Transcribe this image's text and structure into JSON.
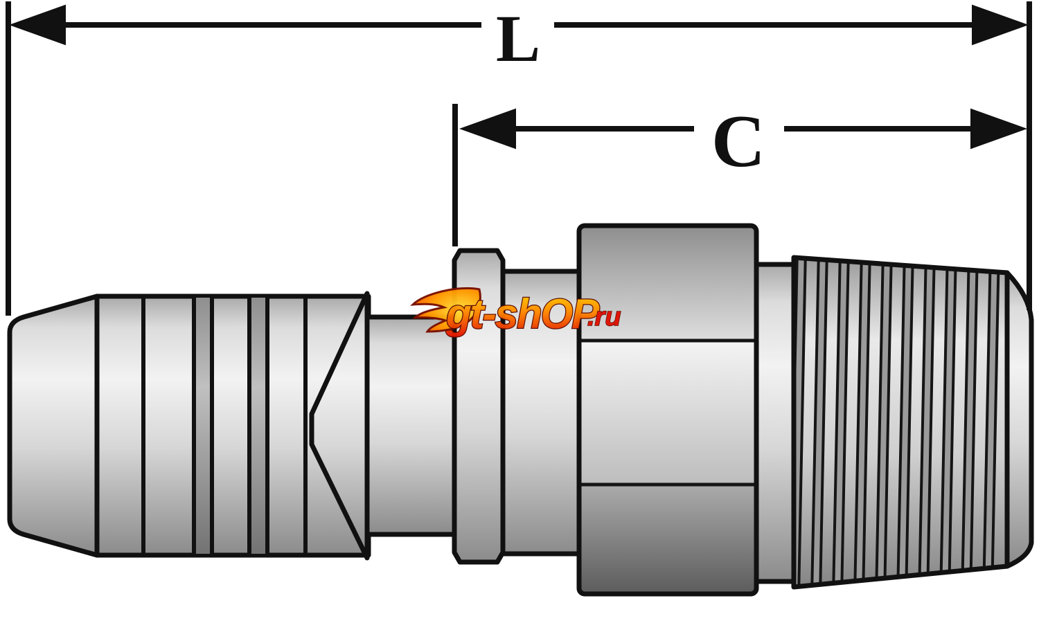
{
  "dimensions": {
    "length_label": "L",
    "cutoff_label": "C"
  },
  "watermark": {
    "text": "gt-shOP",
    "suffix": ".ru"
  },
  "colors": {
    "outline": "#111111",
    "metal_light": "#f1f1f1",
    "metal_mid": "#c9c9c9",
    "metal_dark": "#8d8d8d",
    "watermark_yellow": "#ffd400",
    "watermark_orange": "#ff8a00",
    "watermark_red": "#e01000"
  }
}
